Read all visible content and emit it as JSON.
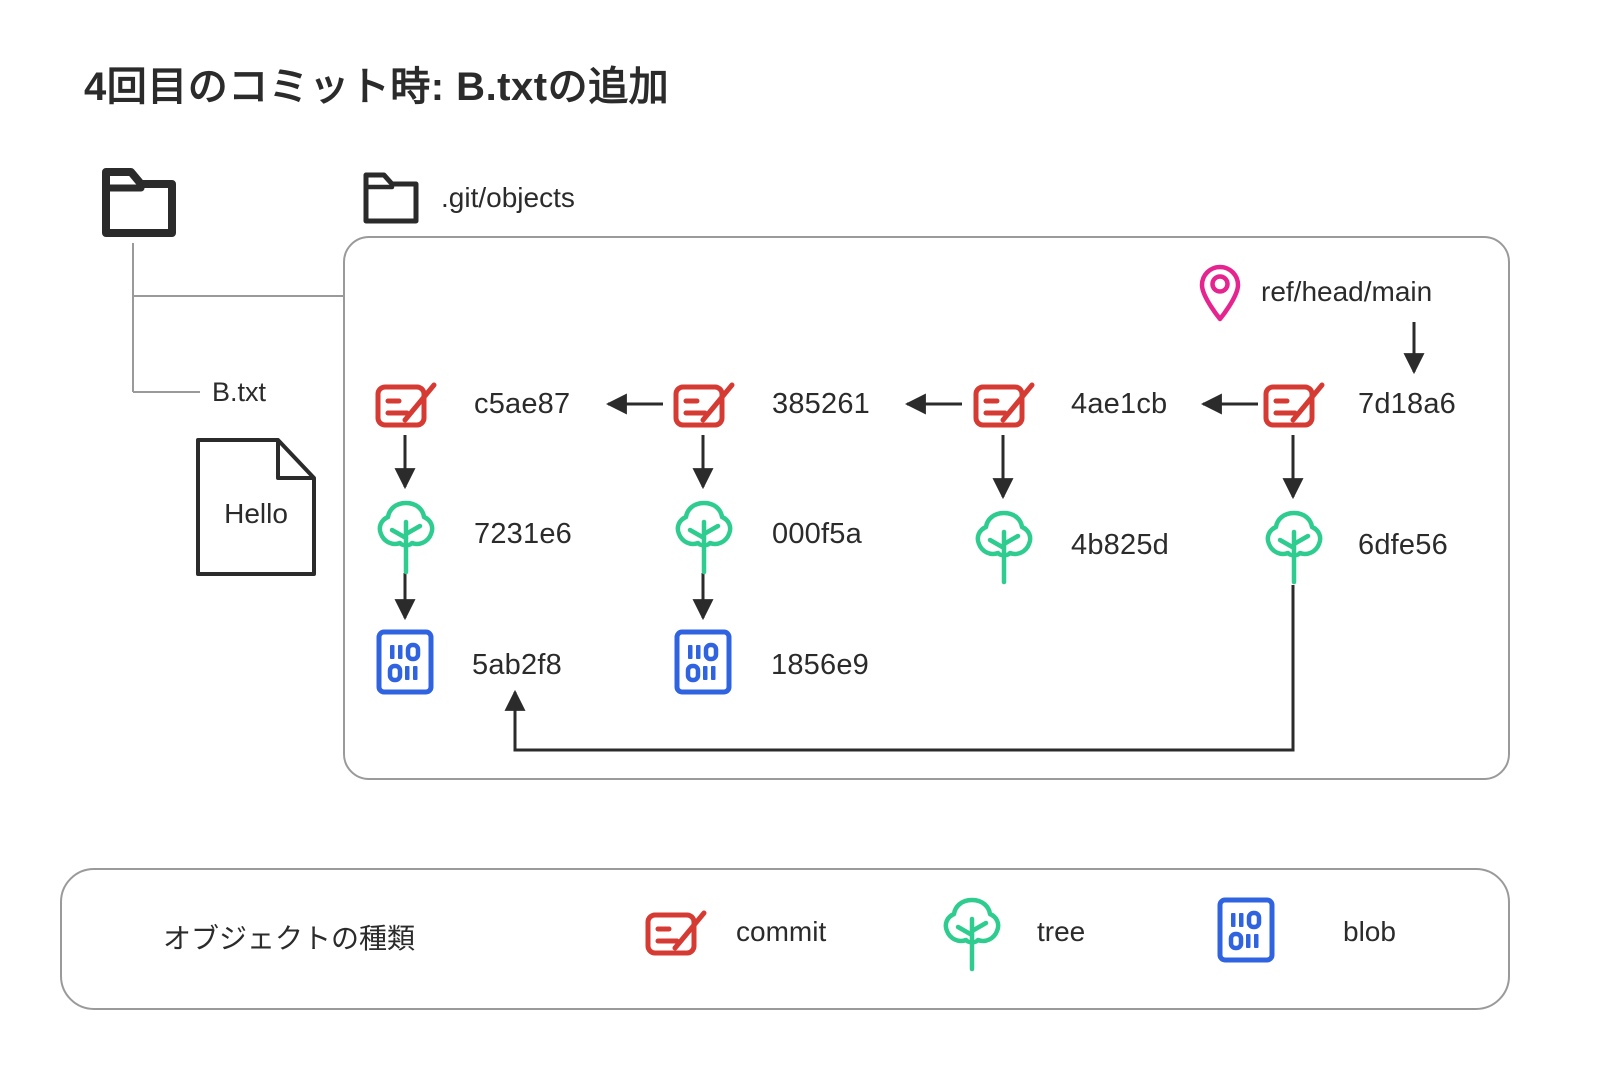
{
  "title": "4回目のコミット時: B.txtの追加",
  "workspace": {
    "root_folder_icon": "folder-icon",
    "file_label": "B.txt",
    "file_content": "Hello"
  },
  "objects_panel": {
    "folder_label": ".git/objects",
    "ref": {
      "icon": "map-pin-icon",
      "label": "ref/head/main",
      "color": "#e6248f"
    },
    "commits": [
      {
        "hash": "c5ae87",
        "icon": "commit-icon"
      },
      {
        "hash": "385261",
        "icon": "commit-icon"
      },
      {
        "hash": "4ae1cb",
        "icon": "commit-icon"
      },
      {
        "hash": "7d18a6",
        "icon": "commit-icon"
      }
    ],
    "trees": [
      {
        "hash": "7231e6",
        "icon": "tree-icon"
      },
      {
        "hash": "000f5a",
        "icon": "tree-icon"
      },
      {
        "hash": "4b825d",
        "icon": "tree-icon"
      },
      {
        "hash": "6dfe56",
        "icon": "tree-icon"
      }
    ],
    "blobs": [
      {
        "hash": "5ab2f8",
        "icon": "blob-icon"
      },
      {
        "hash": "1856e9",
        "icon": "blob-icon"
      }
    ]
  },
  "legend": {
    "title": "オブジェクトの種類",
    "items": [
      {
        "label": "commit",
        "icon": "commit-icon",
        "color": "#d63b33"
      },
      {
        "label": "tree",
        "icon": "tree-icon",
        "color": "#2ecc8f"
      },
      {
        "label": "blob",
        "icon": "blob-icon",
        "color": "#3063e0"
      }
    ]
  },
  "colors": {
    "commit": "#d63b33",
    "tree": "#2ecc8f",
    "blob": "#3063e0",
    "ref": "#e6248f",
    "outline": "#9a9a9a",
    "text": "#2b2b2b",
    "background": "#ffffff"
  }
}
